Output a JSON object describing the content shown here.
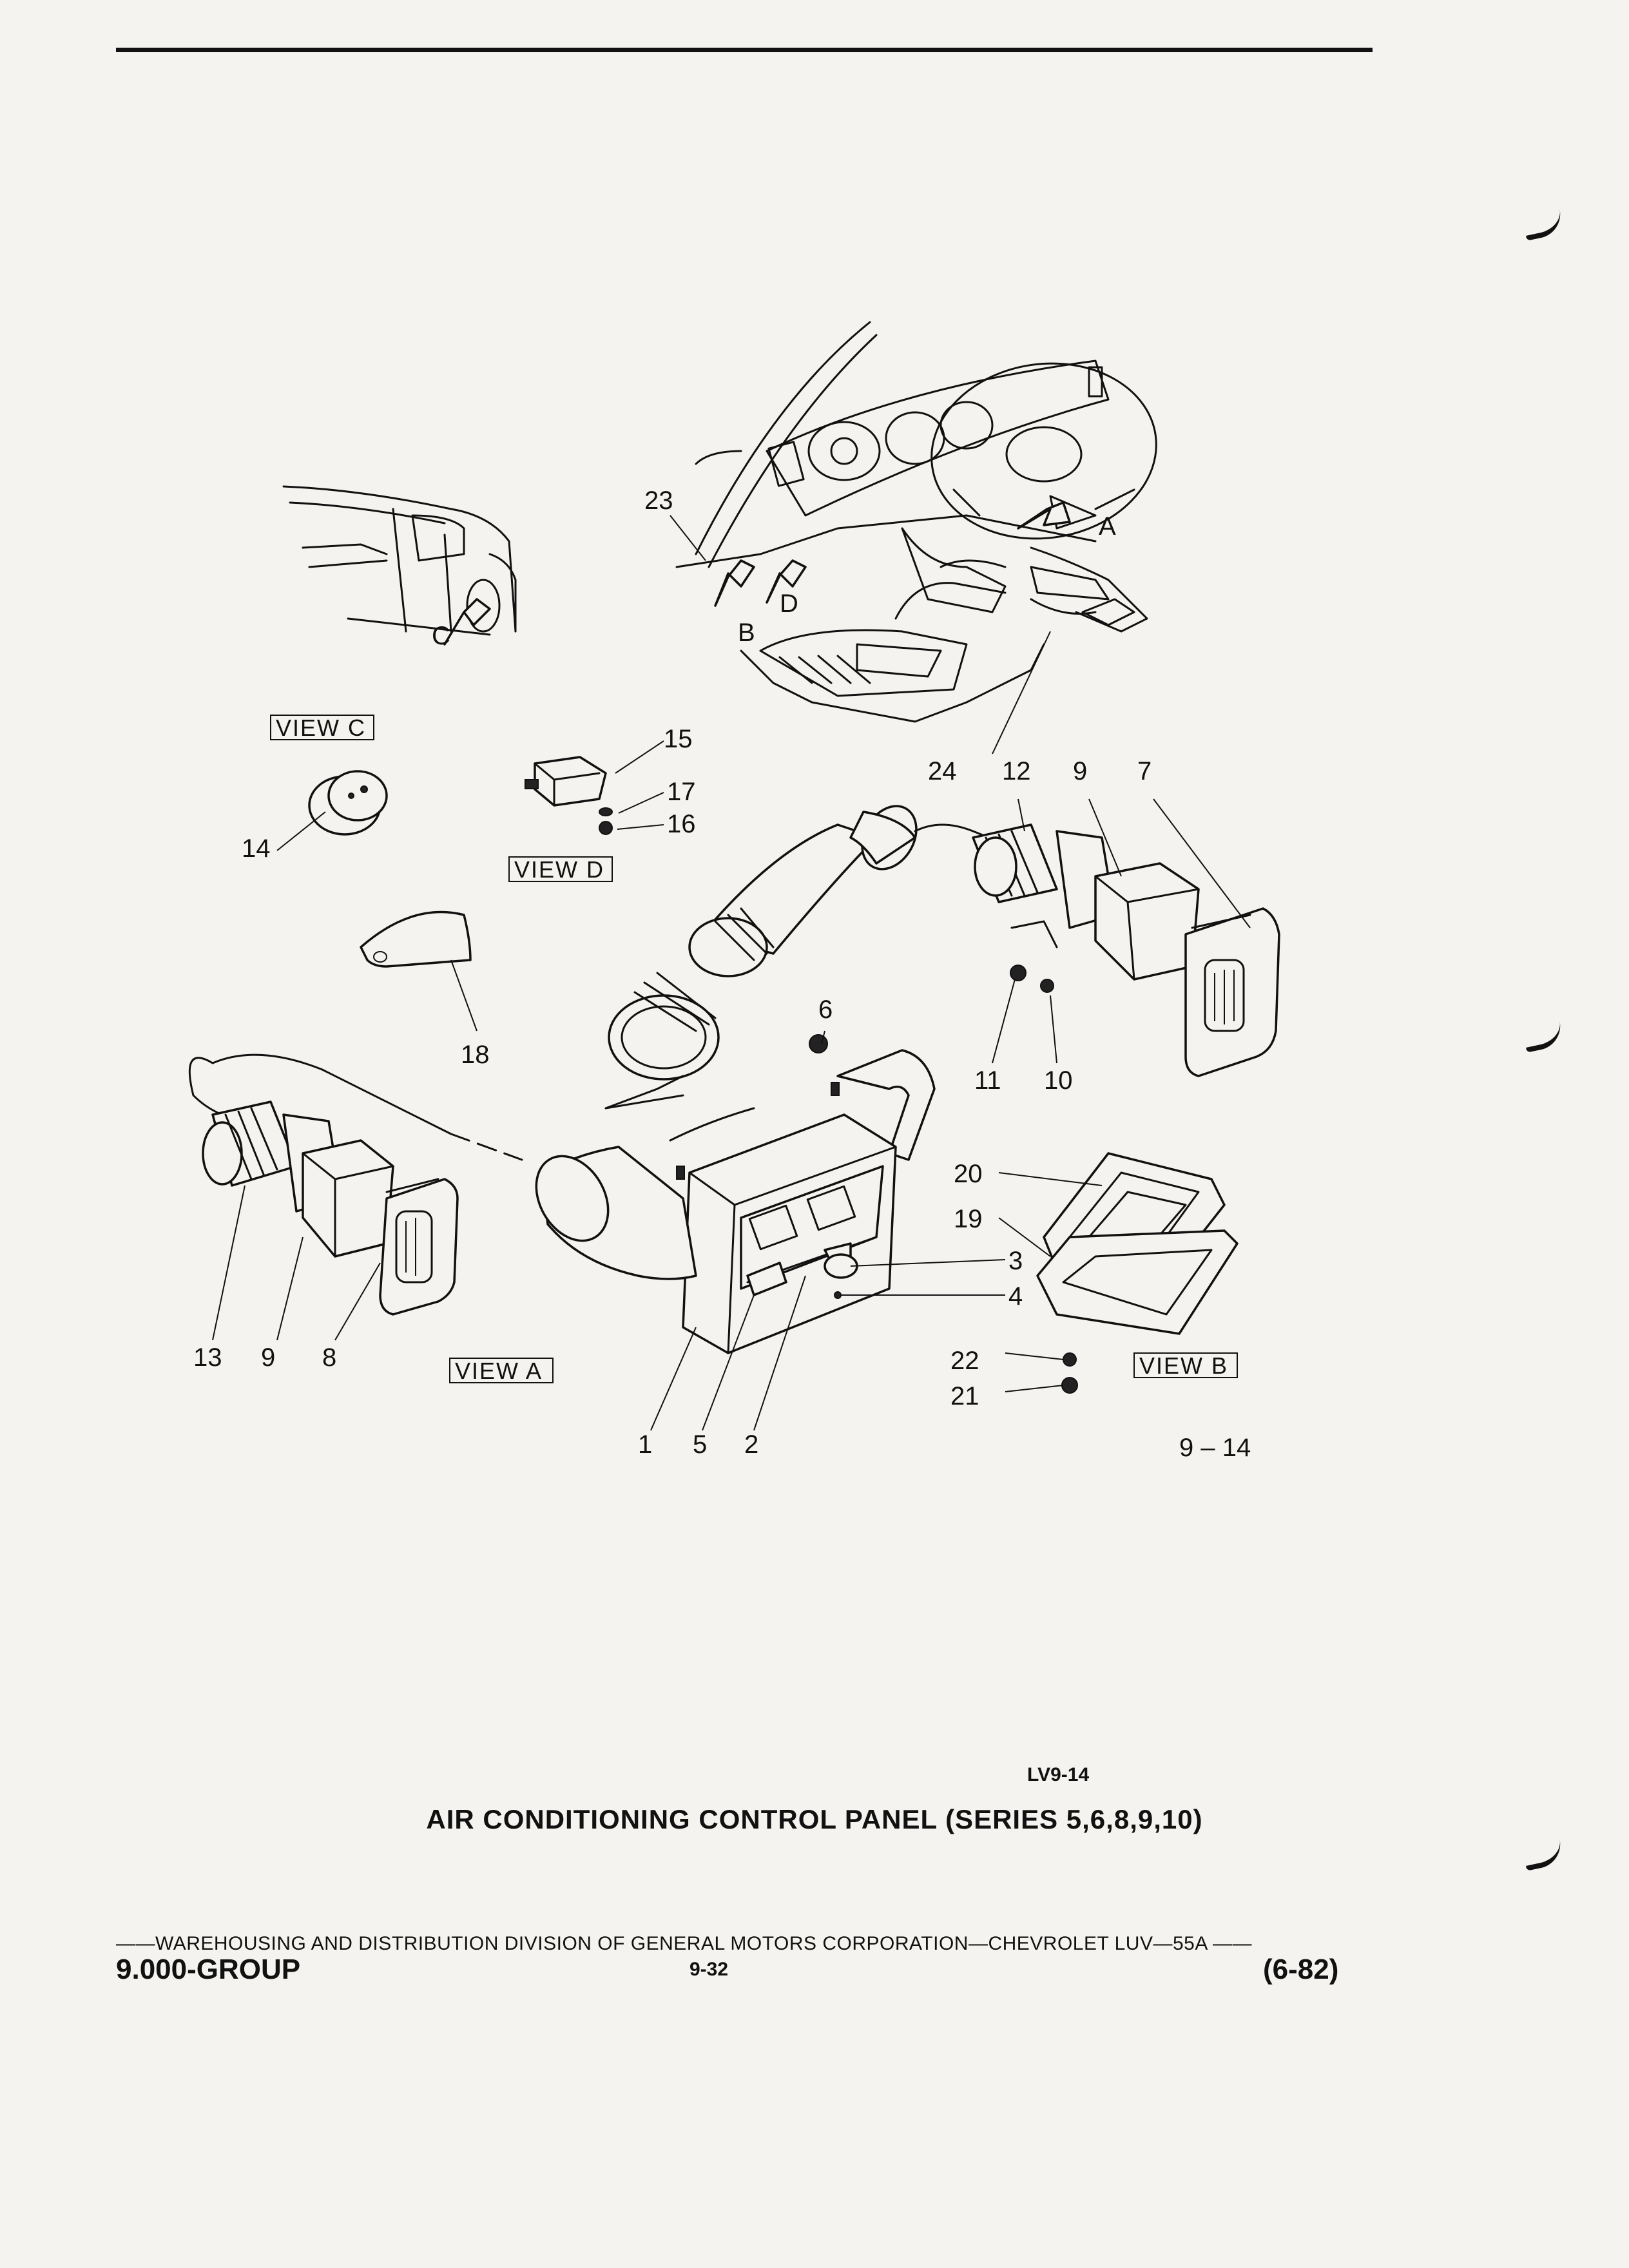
{
  "callouts": {
    "n1": "1",
    "n2": "2",
    "n3": "3",
    "n4": "4",
    "n5": "5",
    "n6": "6",
    "n7": "7",
    "n8": "8",
    "n9a": "9",
    "n9b": "9",
    "n10": "10",
    "n11": "11",
    "n12": "12",
    "n13": "13",
    "n14": "14",
    "n15": "15",
    "n16": "16",
    "n17": "17",
    "n18": "18",
    "n19": "19",
    "n20": "20",
    "n21": "21",
    "n22": "22",
    "n23": "23",
    "n24": "24"
  },
  "view_letters": {
    "a": "A",
    "b": "B",
    "c": "C",
    "d": "D"
  },
  "views": {
    "view_a": "VIEW A",
    "view_b": "VIEW B",
    "view_c": "VIEW C",
    "view_d": "VIEW D"
  },
  "figure_number": "9 – 14",
  "ref_code": "LV9-14",
  "caption": "AIR CONDITIONING CONTROL PANEL (SERIES 5,6,8,9,10)",
  "footer": {
    "division_line": "——WAREHOUSING AND DISTRIBUTION  DIVISION OF GENERAL MOTORS CORPORATION—CHEVROLET LUV—55A  ——",
    "group": "9.000-GROUP",
    "page_number": "9-32",
    "date_code": "(6-82)"
  }
}
